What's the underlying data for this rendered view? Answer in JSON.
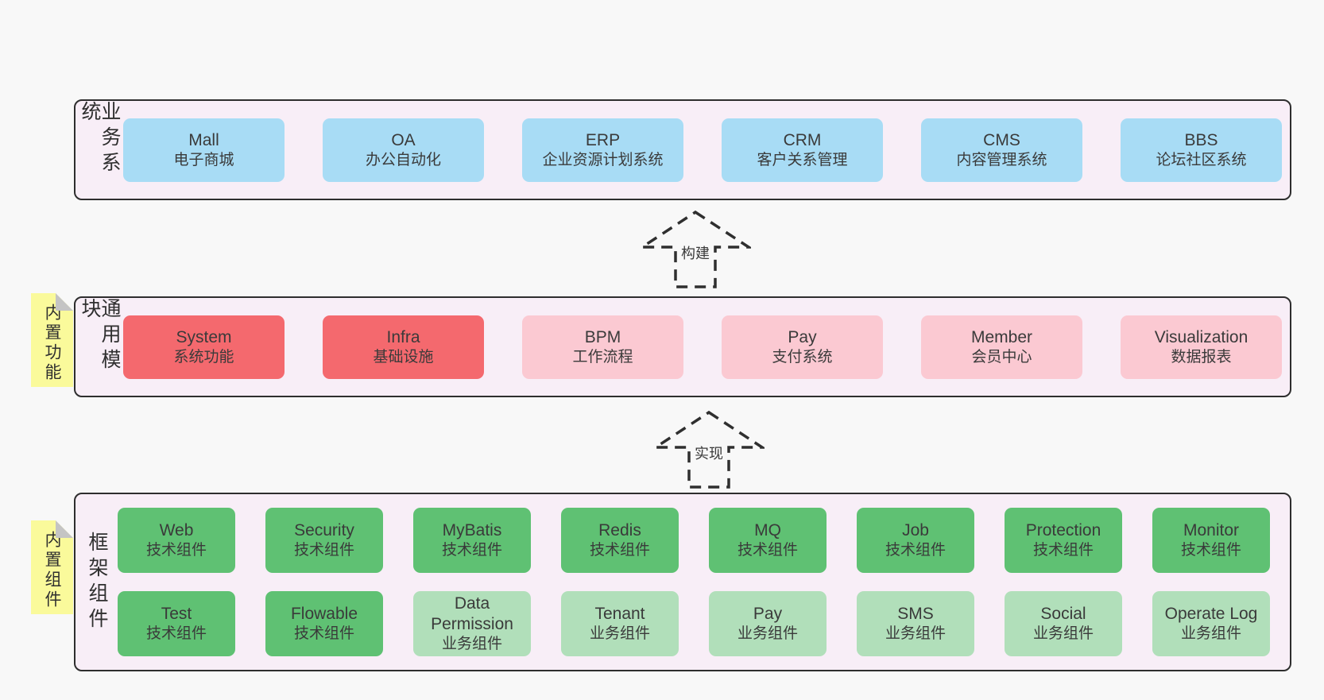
{
  "colors": {
    "page_bg": "#f8f8f8",
    "layer_bg": "#f8eef7",
    "layer_border": "#2e2e2e",
    "blue_box": "#a8dcf5",
    "red_box": "#f4696e",
    "pink_box": "#fbc9d2",
    "green_box": "#5fc173",
    "light_green_box": "#b1dfba",
    "sticky_yellow": "#fafa9b",
    "sticky_fold_gray": "#c4c4c4",
    "arrow_stroke": "#2f2f2f",
    "text": "#3a3a3a"
  },
  "arrows": [
    {
      "label": "构建"
    },
    {
      "label": "实现"
    }
  ],
  "layers": {
    "business": {
      "label": "业务系统",
      "boxes": [
        {
          "name": "Mall",
          "subtitle": "电子商城"
        },
        {
          "name": "OA",
          "subtitle": "办公自动化"
        },
        {
          "name": "ERP",
          "subtitle": "企业资源计划系统"
        },
        {
          "name": "CRM",
          "subtitle": "客户关系管理"
        },
        {
          "name": "CMS",
          "subtitle": "内容管理系统"
        },
        {
          "name": "BBS",
          "subtitle": "论坛社区系统"
        }
      ]
    },
    "modules": {
      "label": "通用模块",
      "sticky": "内置功能",
      "boxes": [
        {
          "name": "System",
          "subtitle": "系统功能",
          "variant": "red"
        },
        {
          "name": "Infra",
          "subtitle": "基础设施",
          "variant": "red"
        },
        {
          "name": "BPM",
          "subtitle": "工作流程",
          "variant": "pink"
        },
        {
          "name": "Pay",
          "subtitle": "支付系统",
          "variant": "pink"
        },
        {
          "name": "Member",
          "subtitle": "会员中心",
          "variant": "pink"
        },
        {
          "name": "Visualization",
          "subtitle": "数据报表",
          "variant": "pink"
        }
      ]
    },
    "components": {
      "label": "框架组件",
      "sticky": "内置组件",
      "boxes": [
        {
          "name": "Web",
          "subtitle": "技术组件",
          "variant": "green"
        },
        {
          "name": "Security",
          "subtitle": "技术组件",
          "variant": "green"
        },
        {
          "name": "MyBatis",
          "subtitle": "技术组件",
          "variant": "green"
        },
        {
          "name": "Redis",
          "subtitle": "技术组件",
          "variant": "green"
        },
        {
          "name": "MQ",
          "subtitle": "技术组件",
          "variant": "green"
        },
        {
          "name": "Job",
          "subtitle": "技术组件",
          "variant": "green"
        },
        {
          "name": "Protection",
          "subtitle": "技术组件",
          "variant": "green"
        },
        {
          "name": "Monitor",
          "subtitle": "技术组件",
          "variant": "green"
        },
        {
          "name": "Test",
          "subtitle": "技术组件",
          "variant": "green"
        },
        {
          "name": "Flowable",
          "subtitle": "技术组件",
          "variant": "green"
        },
        {
          "name": "Data Permission",
          "subtitle": "业务组件",
          "variant": "lightgreen"
        },
        {
          "name": "Tenant",
          "subtitle": "业务组件",
          "variant": "lightgreen"
        },
        {
          "name": "Pay",
          "subtitle": "业务组件",
          "variant": "lightgreen"
        },
        {
          "name": "SMS",
          "subtitle": "业务组件",
          "variant": "lightgreen"
        },
        {
          "name": "Social",
          "subtitle": "业务组件",
          "variant": "lightgreen"
        },
        {
          "name": "Operate Log",
          "subtitle": "业务组件",
          "variant": "lightgreen"
        }
      ]
    }
  }
}
